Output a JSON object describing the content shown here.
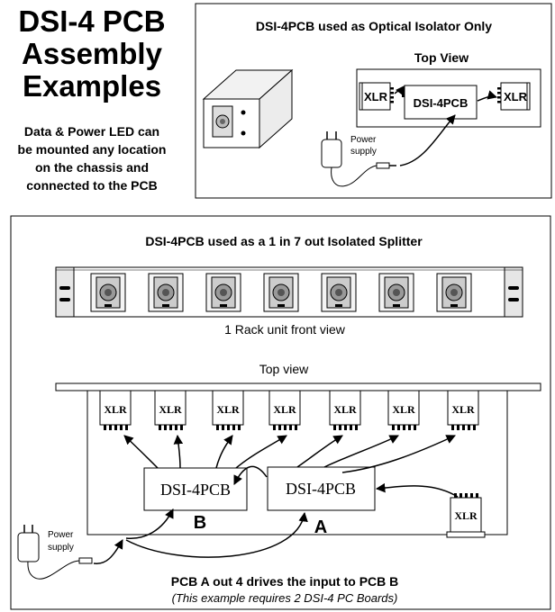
{
  "title_lines": [
    "DSI-4 PCB",
    "Assembly",
    "Examples"
  ],
  "note_lines": [
    "Data & Power LED can",
    "be mounted any location",
    "on the chassis and",
    "connected to the PCB"
  ],
  "isolator": {
    "heading": "DSI-4PCB used as Optical Isolator Only",
    "top_view": "Top View",
    "xlr_in": "XLR",
    "pcb": "DSI-4PCB",
    "xlr_out": "XLR",
    "power_line1": "Power",
    "power_line2": "supply"
  },
  "splitter": {
    "heading": "DSI-4PCB used as a 1 in 7 out Isolated Splitter",
    "front_caption": "1 Rack unit front view",
    "top_view": "Top view",
    "xlr_label": "XLR",
    "pcb_b": "DSI-4PCB",
    "pcb_a": "DSI-4PCB",
    "label_b": "B",
    "label_a": "A",
    "input_xlr": "XLR",
    "power_line1": "Power",
    "power_line2": "supply",
    "caption": "PCB A out 4 drives the input to PCB B",
    "subcaption": "(This example requires 2 DSI-4 PC Boards)"
  }
}
